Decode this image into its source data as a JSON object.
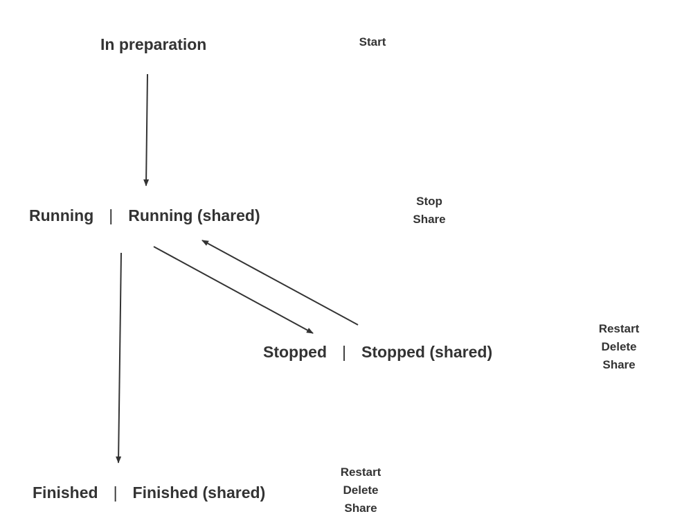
{
  "states": {
    "preparation": {
      "label": "In preparation"
    },
    "running": {
      "label": "Running",
      "separator": "|",
      "shared_label": "Running (shared)"
    },
    "stopped": {
      "label": "Stopped",
      "separator": "|",
      "shared_label": "Stopped (shared)"
    },
    "finished": {
      "label": "Finished",
      "separator": "|",
      "shared_label": "Finished (shared)"
    }
  },
  "actions": {
    "preparation": [
      "Start"
    ],
    "running": [
      "Stop",
      "Share"
    ],
    "stopped": [
      "Restart",
      "Delete",
      "Share"
    ],
    "finished": [
      "Restart",
      "Delete",
      "Share"
    ]
  },
  "colors": {
    "text": "#333333",
    "arrow": "#333333",
    "background": "#ffffff"
  }
}
